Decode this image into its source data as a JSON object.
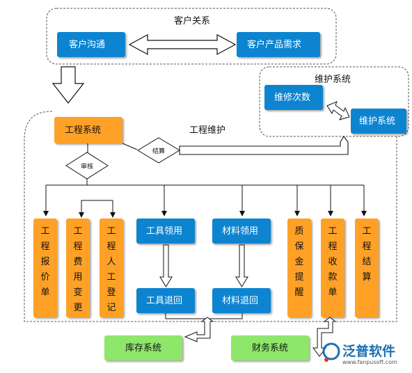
{
  "groups": {
    "customer": "客户关系",
    "maintain_sys": "维护系统",
    "engineering": "工程维护"
  },
  "nodes": {
    "customer_comm": "客户沟通",
    "customer_need": "客户产品需求",
    "repair_count": "维修次数",
    "maint_system": "维护系统",
    "eng_system": "工程系统",
    "review": "审核",
    "settle": "结算",
    "quote": "工程报价单",
    "cost_change": "工程费用变更",
    "labor": "工程人工登记",
    "tool_issue": "工具领用",
    "tool_return": "工具退回",
    "mat_issue": "材料领用",
    "mat_return": "材料退回",
    "warranty": "质保金提醒",
    "receipt": "工程收款单",
    "eng_settle": "工程结算",
    "inventory": "库存系统",
    "finance": "财务系统"
  },
  "logo": {
    "brand": "泛普软件",
    "url": "www.fanpusoft.com"
  },
  "colors": {
    "blue": "#0a84d0",
    "orange": "#ffa126",
    "green": "#8ee66a",
    "line": "#111111",
    "dashed": "#555555"
  }
}
